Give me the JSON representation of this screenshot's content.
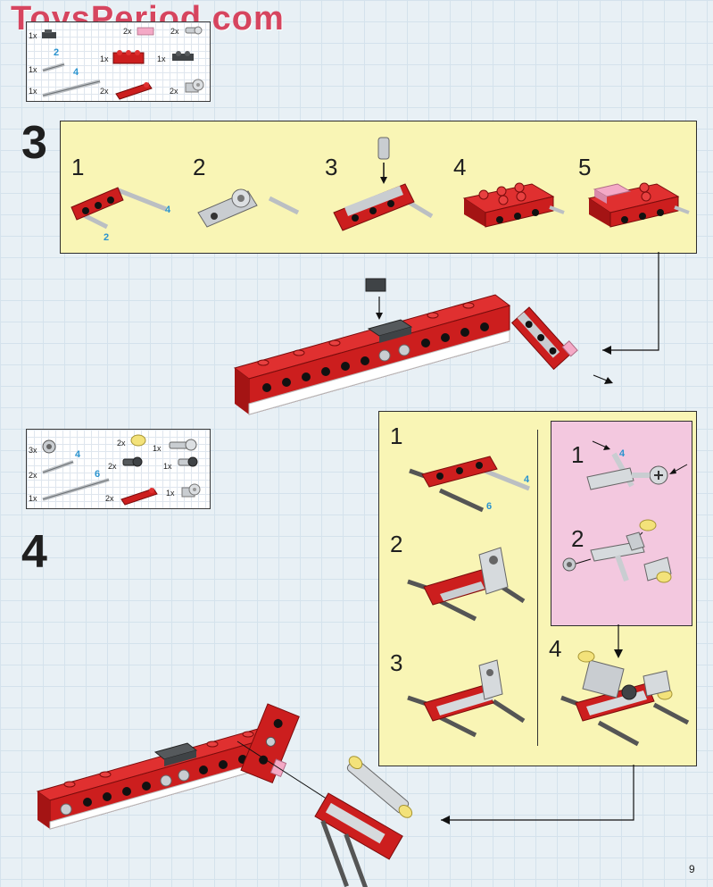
{
  "watermark": "ToysPeriod.com",
  "page_number": "9",
  "colors": {
    "red": "#cc1e1e",
    "dark_red": "#8a1010",
    "panel_yellow": "#f9f5b5",
    "panel_pink": "#f3c8df",
    "light_gray": "#c9cdd1",
    "dark_gray": "#3f4346",
    "tan_yellow": "#f3e27a"
  },
  "step3": {
    "number": "3",
    "parts": [
      {
        "qty": "1x",
        "icon": "dark-gray-plate-icon"
      },
      {
        "qty": "2x",
        "icon": "pink-tile-icon"
      },
      {
        "qty": "2x",
        "icon": "light-gray-pin-icon"
      },
      {
        "qty": "1x",
        "icon": "red-plate-2x3-icon"
      },
      {
        "qty": "1x",
        "icon": "dark-gray-plate-1x2-icon"
      },
      {
        "qty": "1x",
        "icon": "axle-icon",
        "size": "2"
      },
      {
        "qty": "1x",
        "icon": "axle-icon",
        "size": "4"
      },
      {
        "qty": "2x",
        "icon": "red-liftarm-icon"
      },
      {
        "qty": "2x",
        "icon": "light-gray-connector-icon"
      }
    ],
    "substeps": [
      "1",
      "2",
      "3",
      "4",
      "5"
    ],
    "labels": {
      "axle_a": "4",
      "axle_b": "2"
    }
  },
  "step4": {
    "number": "4",
    "parts": [
      {
        "qty": "3x",
        "icon": "bush-icon"
      },
      {
        "qty": "2x",
        "icon": "yellow-round-tile-icon"
      },
      {
        "qty": "1x",
        "icon": "light-gray-axle-connector-icon"
      },
      {
        "qty": "2x",
        "icon": "axle-icon",
        "size": "4"
      },
      {
        "qty": "2x",
        "icon": "dark-gray-pin-icon"
      },
      {
        "qty": "1x",
        "icon": "light-gray-pin-icon"
      },
      {
        "qty": "1x",
        "icon": "axle-icon",
        "size": "6"
      },
      {
        "qty": "2x",
        "icon": "red-liftarm-icon"
      },
      {
        "qty": "1x",
        "icon": "light-gray-connector-icon"
      }
    ],
    "substeps": [
      "1",
      "2",
      "3"
    ],
    "pink_substeps": [
      "1",
      "2"
    ],
    "final_substep": "4",
    "labels": {
      "axle_a": "4",
      "axle_b": "6",
      "pink_axle": "4"
    }
  }
}
